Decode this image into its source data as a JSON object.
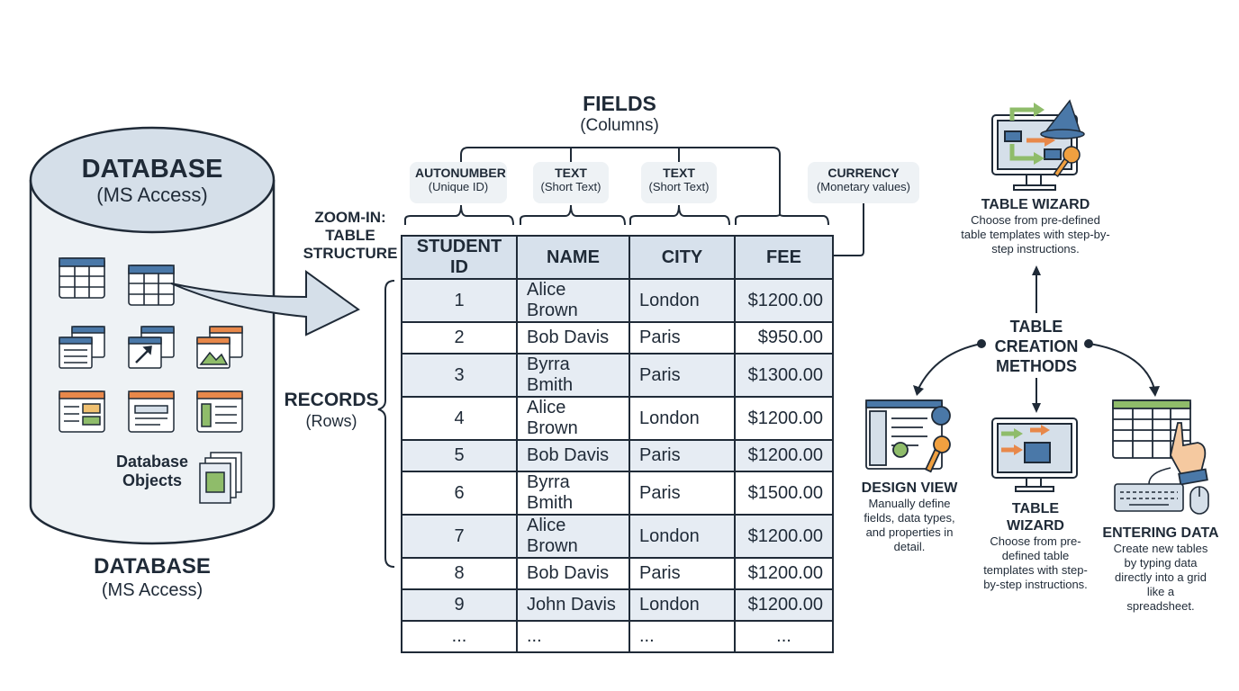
{
  "database_top": {
    "title": "DATABASE",
    "subtitle": "(MS Access)"
  },
  "database_objects_label": "Database\nObjects",
  "database_bottom": {
    "title": "DATABASE",
    "subtitle": "(MS Access)"
  },
  "zoom_label": "ZOOM-IN:\nTABLE\nSTRUCTURE",
  "fields_label": {
    "title": "FIELDS",
    "subtitle": "(Columns)"
  },
  "records_label": {
    "title": "RECORDS",
    "subtitle": "(Rows)"
  },
  "field_types": [
    {
      "type": "AUTONUMBER",
      "desc": "(Unique ID)"
    },
    {
      "type": "TEXT",
      "desc": "(Short Text)"
    },
    {
      "type": "TEXT",
      "desc": "(Short Text)"
    },
    {
      "type": "CURRENCY",
      "desc": "(Monetary values)"
    }
  ],
  "table": {
    "headers": [
      "STUDENT ID",
      "NAME",
      "CITY",
      "FEE"
    ],
    "rows": [
      [
        "1",
        "Alice Brown",
        "London",
        "$1200.00"
      ],
      [
        "2",
        "Bob Davis",
        "Paris",
        "$950.00"
      ],
      [
        "3",
        "Byrra Bmith",
        "Paris",
        "$1300.00"
      ],
      [
        "4",
        "Alice Brown",
        "London",
        "$1200.00"
      ],
      [
        "5",
        "Bob Davis",
        "Paris",
        "$1200.00"
      ],
      [
        "6",
        "Byrra Bmith",
        "Paris",
        "$1500.00"
      ],
      [
        "7",
        "Alice Brown",
        "London",
        "$1200.00"
      ],
      [
        "8",
        "Bob Davis",
        "Paris",
        "$1200.00"
      ],
      [
        "9",
        "John Davis",
        "London",
        "$1200.00"
      ],
      [
        "...",
        "...",
        "...",
        "..."
      ]
    ]
  },
  "methods_center": "TABLE\nCREATION\nMETHODS",
  "method_top": {
    "title": "TABLE WIZARD",
    "desc": "Choose from pre-defined table templates with step-by-step instructions."
  },
  "method_design": {
    "title": "DESIGN VIEW",
    "desc": "Manually define fields, data types, and properties in detail."
  },
  "method_wizard": {
    "title": "TABLE WIZARD",
    "desc": "Choose from pre-defined table templates with step-by-step instructions."
  },
  "method_entering": {
    "title": "ENTERING DATA",
    "desc": "Create new tables by typing data directly into a grid like a spreadsheet."
  },
  "colors": {
    "dark": "#1f2a37",
    "header_blue": "#d7e1ec",
    "row_blue": "#e6ecf3",
    "cyl_fill": "#eef2f5",
    "cyl_top": "#d5dfe9",
    "orange": "#e8884a",
    "green": "#8fbc6a",
    "blue": "#4a78a8"
  }
}
